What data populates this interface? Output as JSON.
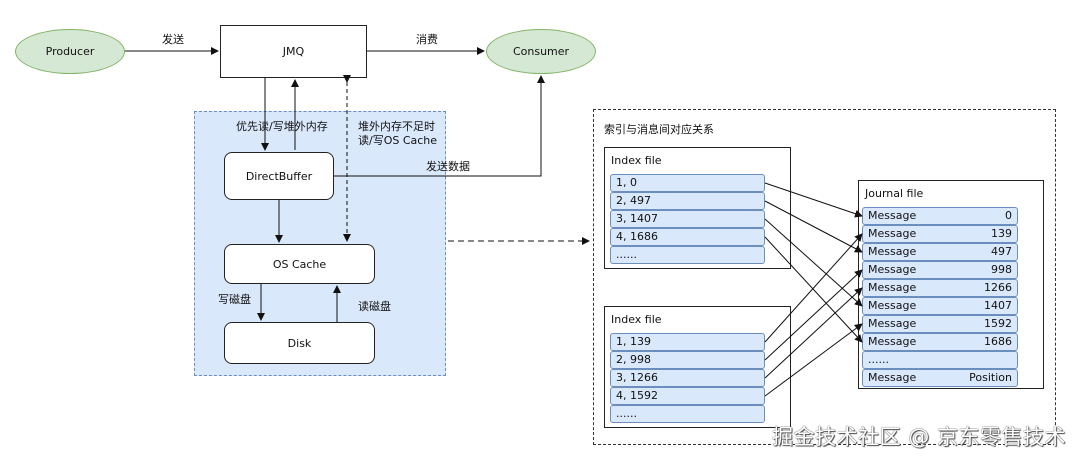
{
  "nodes": {
    "producer": "Producer",
    "jmq": "JMQ",
    "consumer": "Consumer",
    "direct_buffer": "DirectBuffer",
    "os_cache": "OS Cache",
    "disk": "Disk"
  },
  "edge_labels": {
    "send": "发送",
    "consume": "消费",
    "priority_rw": "优先读/写堆外内存",
    "offheap_insufficient_line1": "堆外内存不足时",
    "offheap_insufficient_line2": "读/写OS Cache",
    "send_data": "发送数据",
    "write_disk": "写磁盘",
    "read_disk": "读磁盘"
  },
  "index_region": {
    "title": "索引与消息间对应关系",
    "index_files": [
      {
        "title": "Index file",
        "rows": [
          "1, 0",
          "2, 497",
          "3, 1407",
          "4, 1686",
          "......"
        ]
      },
      {
        "title": "Index file",
        "rows": [
          "1, 139",
          "2, 998",
          "3, 1266",
          "4, 1592",
          "......"
        ]
      }
    ],
    "journal_file": {
      "title": "Journal file",
      "rows": [
        {
          "left": "Message",
          "right": "0"
        },
        {
          "left": "Message",
          "right": "139"
        },
        {
          "left": "Message",
          "right": "497"
        },
        {
          "left": "Message",
          "right": "998"
        },
        {
          "left": "Message",
          "right": "1266"
        },
        {
          "left": "Message",
          "right": "1407"
        },
        {
          "left": "Message",
          "right": "1592"
        },
        {
          "left": "Message",
          "right": "1686"
        },
        {
          "left": "......",
          "right": ""
        },
        {
          "left": "Message",
          "right": "Position"
        }
      ]
    }
  },
  "watermark": "掘金技术社区 @ 京东零售技术",
  "colors": {
    "ellipse_fill": "#d5e8d4",
    "ellipse_stroke": "#82b366",
    "region_fill": "#dae8fc",
    "region_stroke": "#6c8ebf"
  }
}
